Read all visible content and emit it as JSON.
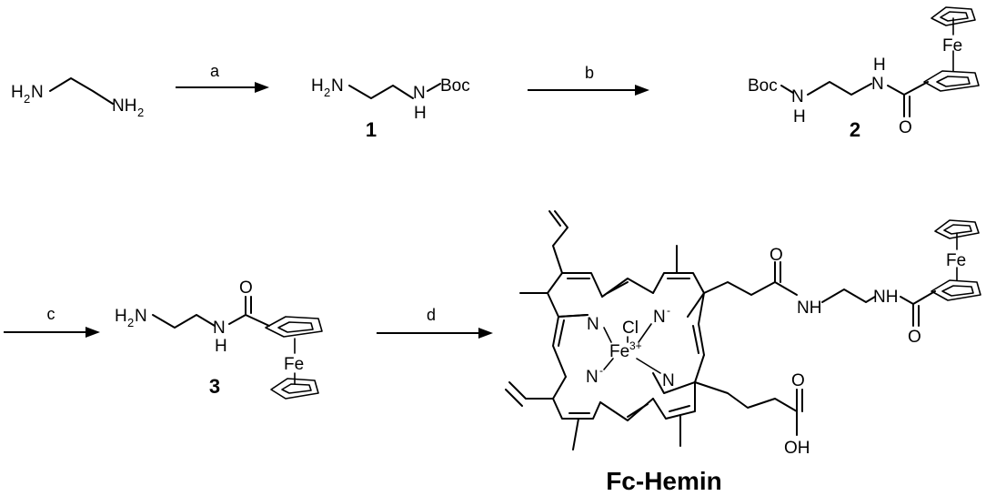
{
  "scheme": {
    "steps": [
      {
        "label": "a"
      },
      {
        "label": "b"
      },
      {
        "label": "c"
      },
      {
        "label": "d"
      }
    ],
    "compounds": [
      {
        "label": "1"
      },
      {
        "label": "2"
      },
      {
        "label": "3"
      },
      {
        "label": "Fc-Hemin"
      }
    ],
    "atoms": {
      "H2N": "H",
      "two": "2",
      "N": "N",
      "NH2": "NH",
      "H": "H",
      "Boc": "Boc",
      "O": "O",
      "Fe": "Fe",
      "Cl": "Cl",
      "Nminus": "N",
      "minus": "-",
      "fe3": "3+",
      "OH": "OH"
    }
  }
}
